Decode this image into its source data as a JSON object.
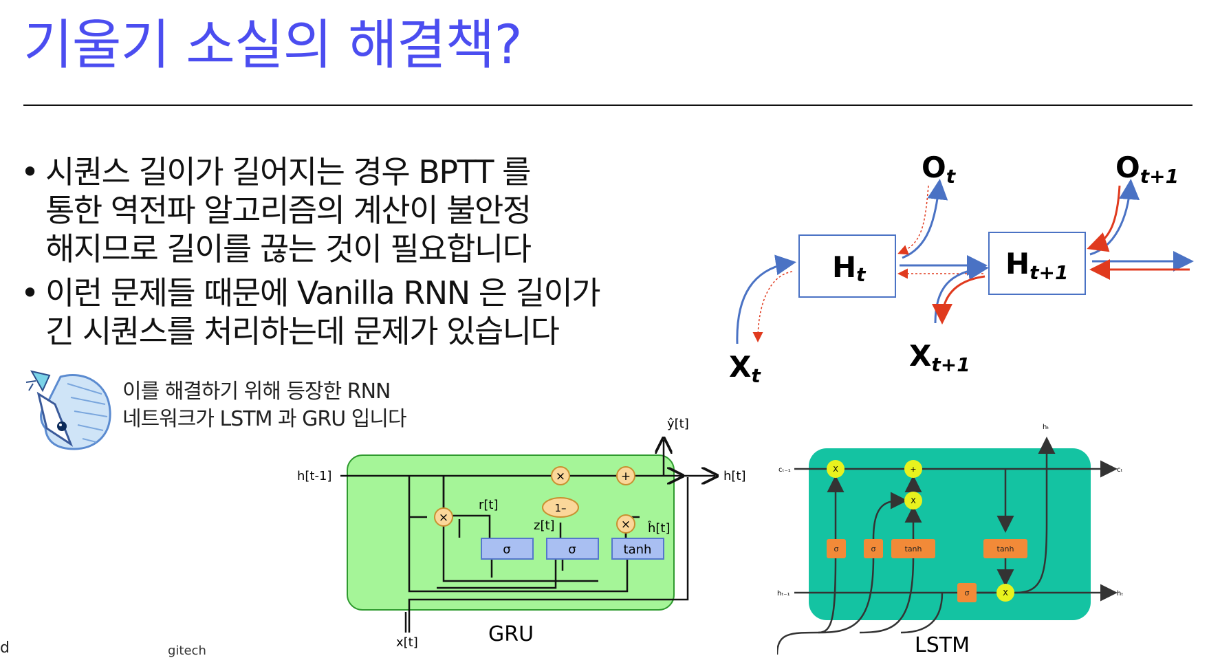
{
  "slide": {
    "title": "기울기 소실의 해결책?",
    "bullets": [
      {
        "lines": [
          "시퀀스 길이가 길어지는 경우 BPTT 를",
          "통한 역전파 알고리즘의 계산이 불안정",
          "해지므로 길이를 끊는 것이 필요합니다"
        ]
      },
      {
        "lines": [
          "이런 문제들 때문에 Vanilla RNN 은 길이가",
          "긴 시퀀스를 처리하는데 문제가 있습니다"
        ]
      }
    ],
    "note": {
      "lines": [
        "이를 해결하기 위해 등장한 RNN",
        "네트워크가 LSTM 과 GRU 입니다"
      ]
    },
    "footer": {
      "logo": "d",
      "brand": "gitech"
    }
  },
  "bptt_diagram": {
    "ht": "H",
    "ht_sub": "t",
    "ht1": "H",
    "ht1_sub": "t+1",
    "ot": "O",
    "ot_sub": "t",
    "ot1": "O",
    "ot1_sub": "t+1",
    "xt": "X",
    "xt_sub": "t",
    "xt1": "X",
    "xt1_sub": "t+1",
    "colors": {
      "forward": "#4a72c4",
      "backward": "#e03a1e",
      "box": "#4a72c4"
    }
  },
  "gru_diagram": {
    "caption": "GRU",
    "h_in": "h[t-1]",
    "h_out": "h[t]",
    "y_out": "ŷ[t]",
    "x_in": "x[t]",
    "r_label": "r[t]",
    "z_label": "z[t]",
    "hhat_label": "ĥ[t]",
    "one_minus": "1–",
    "sigma1": "σ",
    "sigma2": "σ",
    "tanh": "tanh",
    "mult": "×",
    "plus": "+",
    "colors": {
      "cell": "#a5f598",
      "gate": "#a9bff2",
      "op": "#fbd79a"
    }
  },
  "lstm_diagram": {
    "caption": "LSTM",
    "c_in": "cₜ₋₁",
    "c_out": "cₜ",
    "h_in": "hₜ₋₁",
    "h_out": "hₜ",
    "h_top": "hₜ",
    "sigma": "σ",
    "tanh": "tanh",
    "x": "X",
    "plus": "+",
    "colors": {
      "cell": "#14c3a2",
      "gate": "#f28a38",
      "op": "#e8f21e"
    }
  }
}
